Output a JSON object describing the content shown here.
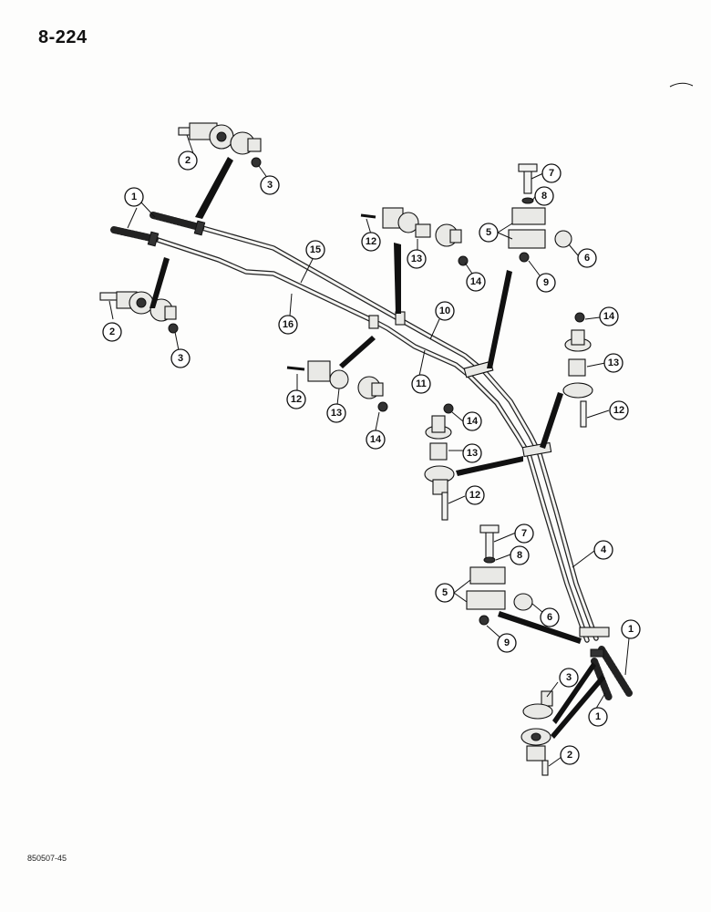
{
  "header": {
    "page_number": "8-224"
  },
  "footer": {
    "figure_code": "850507-45"
  },
  "callouts": [
    {
      "id": "c1a",
      "label": "1"
    },
    {
      "id": "c2a",
      "label": "2"
    },
    {
      "id": "c3a",
      "label": "3"
    },
    {
      "id": "c2b",
      "label": "2"
    },
    {
      "id": "c3b",
      "label": "3"
    },
    {
      "id": "c15",
      "label": "15"
    },
    {
      "id": "c16",
      "label": "16"
    },
    {
      "id": "c12a",
      "label": "12"
    },
    {
      "id": "c13a",
      "label": "13"
    },
    {
      "id": "c14a",
      "label": "14"
    },
    {
      "id": "c7a",
      "label": "7"
    },
    {
      "id": "c8a",
      "label": "8"
    },
    {
      "id": "c5a",
      "label": "5"
    },
    {
      "id": "c6a",
      "label": "6"
    },
    {
      "id": "c9a",
      "label": "9"
    },
    {
      "id": "c10",
      "label": "10"
    },
    {
      "id": "c11",
      "label": "11"
    },
    {
      "id": "c12b",
      "label": "12"
    },
    {
      "id": "c13b",
      "label": "13"
    },
    {
      "id": "c14b",
      "label": "14"
    },
    {
      "id": "c14c",
      "label": "14"
    },
    {
      "id": "c13c",
      "label": "13"
    },
    {
      "id": "c12c",
      "label": "12"
    },
    {
      "id": "c14d",
      "label": "14"
    },
    {
      "id": "c13d",
      "label": "13"
    },
    {
      "id": "c12d",
      "label": "12"
    },
    {
      "id": "c4",
      "label": "4"
    },
    {
      "id": "c7b",
      "label": "7"
    },
    {
      "id": "c8b",
      "label": "8"
    },
    {
      "id": "c5b",
      "label": "5"
    },
    {
      "id": "c6b",
      "label": "6"
    },
    {
      "id": "c9b",
      "label": "9"
    },
    {
      "id": "c1b",
      "label": "1"
    },
    {
      "id": "c1c",
      "label": "1"
    },
    {
      "id": "c3c",
      "label": "3"
    },
    {
      "id": "c2c",
      "label": "2"
    }
  ]
}
